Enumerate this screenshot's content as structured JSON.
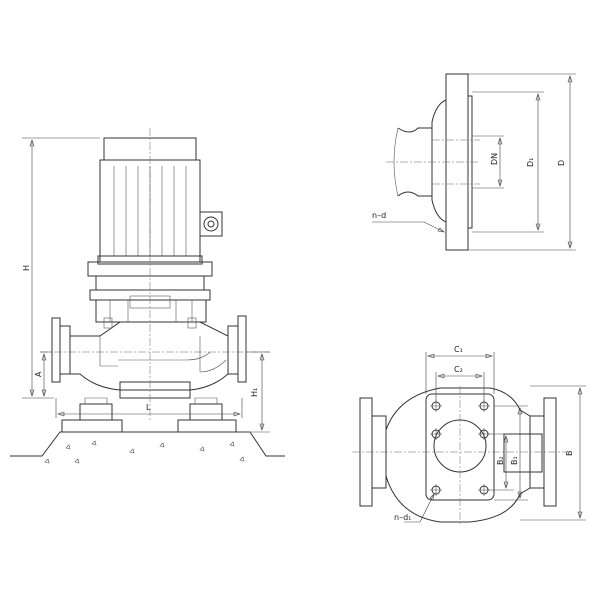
{
  "labels": {
    "H": "H",
    "A": "A",
    "L": "L",
    "H1": "H₁",
    "DN": "DN",
    "D1": "D₁",
    "D": "D",
    "n_d": "n–d",
    "C1": "C₁",
    "C2": "C₂",
    "B2": "B₂",
    "B1": "B₁",
    "B": "B",
    "n_d1": "n–d₁"
  },
  "colors": {
    "line": "#333333",
    "background": "#ffffff"
  }
}
